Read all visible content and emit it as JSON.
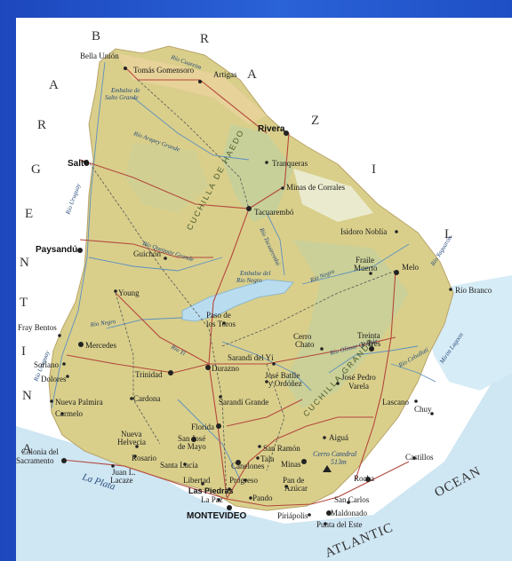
{
  "map": {
    "countries": {
      "brazil_letters": [
        "B",
        "R",
        "A",
        "Z",
        "I",
        "L"
      ],
      "argentina_letters": [
        "A",
        "R",
        "G",
        "E",
        "N",
        "T",
        "I",
        "N",
        "A"
      ],
      "ocean": [
        "ATLANTIC",
        "OCEAN"
      ]
    },
    "ridges": [
      "CUCHILLA DE HAEDO",
      "CUCHILLA GRANDE"
    ],
    "cities": {
      "bella_union": "Bella Unión",
      "tomas_gomensoro": "Tomás Gomensoro",
      "artigas": "Artigas",
      "rivera": "Rivera",
      "salto": "Salto",
      "tranqueras": "Tranqueras",
      "minas_de_corrales": "Minas de Corrales",
      "tacuarembo": "Tacuarembó",
      "isidoro_noblia": "Isidoro Noblía",
      "paysandu": "Paysandú",
      "guichon": "Guichón",
      "fraile_muerto": [
        "Fraile",
        "Muerto"
      ],
      "melo": "Melo",
      "rio_branco": "Río Branco",
      "young": "Young",
      "paso_de_los_toros": [
        "Paso de",
        "los Toros"
      ],
      "fray_bentos": "Fray Bentos",
      "mercedes": "Mercedes",
      "cerro_chato": [
        "Cerro",
        "Chato"
      ],
      "treinta_y_tres": [
        "Treinta",
        "y Tres"
      ],
      "soriano": "Soriano",
      "dolores": "Dolores",
      "trinidad": "Trinidad",
      "durazno": "Durazno",
      "sarandi_del_yi": "Sarandí del Yí",
      "jose_batlle_y_ordonez": [
        "José Batlle",
        "y Ordóñez"
      ],
      "jose_pedro_varela": [
        "José Pedro",
        "Varela"
      ],
      "nueva_palmira": "Nueva Palmira",
      "carmelo": "Carmelo",
      "cardona": "Cardona",
      "sarandi_grande": "Sarandí Grande",
      "lascano": "Lascano",
      "chuy": "Chuy",
      "florida": "Florida",
      "nueva_helvecia": [
        "Nueva",
        "Helvecia"
      ],
      "colonia": [
        "Colonia del",
        "Sacramento"
      ],
      "rosario": "Rosario",
      "san_jose": [
        "San José",
        "de Mayo"
      ],
      "san_ramon": "San Ramón",
      "aigua": "Aiguá",
      "tala": "Tala",
      "castillos": "Castillos",
      "juan_l_lacaze": [
        "Juan L.",
        "Lacaze"
      ],
      "santa_lucia": "Santa Lucía",
      "canelones": "Canelones",
      "minas": "Minas",
      "cerro_catedral": [
        "Cerro Catedral",
        "513m"
      ],
      "libertad": "Libertad",
      "progreso": "Progreso",
      "rocha": "Rocha",
      "las_piedras": "Las Piedras",
      "pan_de_azucar": [
        "Pan de",
        "Azúcar"
      ],
      "la_paz": "La Paz",
      "pando": "Pando",
      "san_carlos": "San Carlos",
      "montevideo": "MONTEVIDEO",
      "piriapolis": "Piriápolis",
      "maldonado": "Maldonado",
      "punta_del_este": "Punta del Este"
    },
    "rivers": {
      "rio_cuareim": "Río Cuareim",
      "embalse_salto_grande": [
        "Embalse de",
        "Salto Grande"
      ],
      "rio_arapey": "Río Arapey Grande",
      "rio_uruguay_n": "Río Uruguay",
      "rio_tacuarembo": "Río Tacuarembó",
      "rio_queguay": "Río Queguay Grande",
      "embalse_rio_negro": [
        "Embalse del",
        "Río Negro"
      ],
      "rio_negro_e": "Río Negro",
      "rio_yaguaron": "Río Yaguarón",
      "rio_negro_w": "Río Negro",
      "rio_yi": "Río Yí",
      "rio_olimar": "Río Olimar Grande",
      "rio_cebollati": "Río Cebollatí",
      "laguna_merin": "Mirim Lagoon",
      "rio_uruguay_s": "Río Uruguay",
      "la_plata": "La Plata"
    }
  }
}
